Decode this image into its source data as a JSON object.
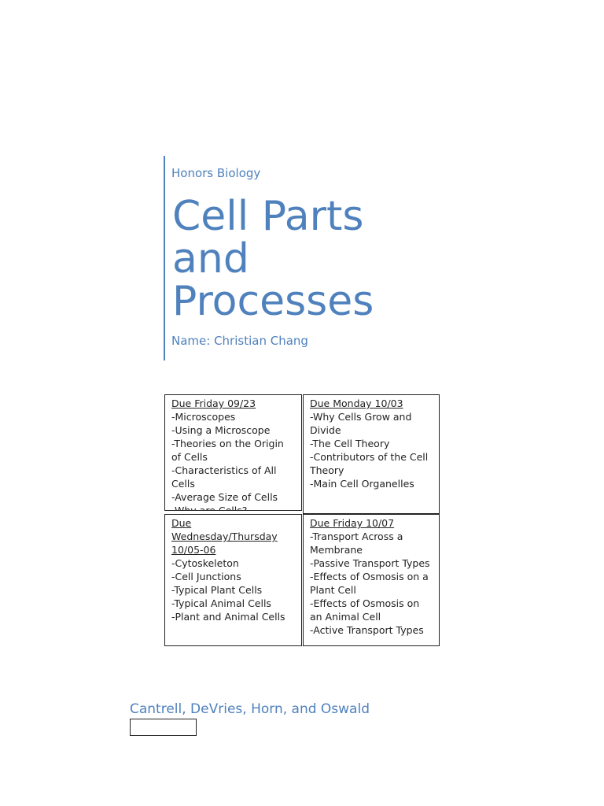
{
  "cover": {
    "course": "Honors Biology",
    "title_lines": [
      "Cell Parts",
      "and",
      "Processes"
    ],
    "name_line": "Name: Christian Chang"
  },
  "schedule": {
    "top_left": {
      "due": "Due Friday 09/23",
      "items": [
        "-Microscopes",
        "-Using a Microscope",
        "-Theories on the Origin of Cells",
        "-Characteristics of All Cells",
        "-Average Size of Cells",
        "-Why are Cells?"
      ]
    },
    "top_right": {
      "due": "Due Monday 10/03",
      "items": [
        "-Why Cells Grow and Divide",
        "-The Cell Theory",
        "-Contributors of the Cell Theory",
        "-Main Cell Organelles"
      ]
    },
    "bottom_left": {
      "due": "Due Wednesday/Thursday 10/05-06",
      "items": [
        "-Cytoskeleton",
        "-Cell Junctions",
        "-Typical Plant Cells",
        "-Typical Animal Cells",
        "-Plant and Animal Cells"
      ]
    },
    "bottom_right": {
      "due": "Due Friday 10/07",
      "items": [
        "-Transport Across a Membrane",
        "-Passive Transport Types",
        "-Effects of Osmosis on a Plant Cell",
        "-Effects of Osmosis on an Animal Cell",
        "-Active Transport Types"
      ]
    }
  },
  "authors": "Cantrell, DeVries, Horn, and Oswald",
  "colors": {
    "accent": "#4f81bd",
    "text": "#222222"
  }
}
